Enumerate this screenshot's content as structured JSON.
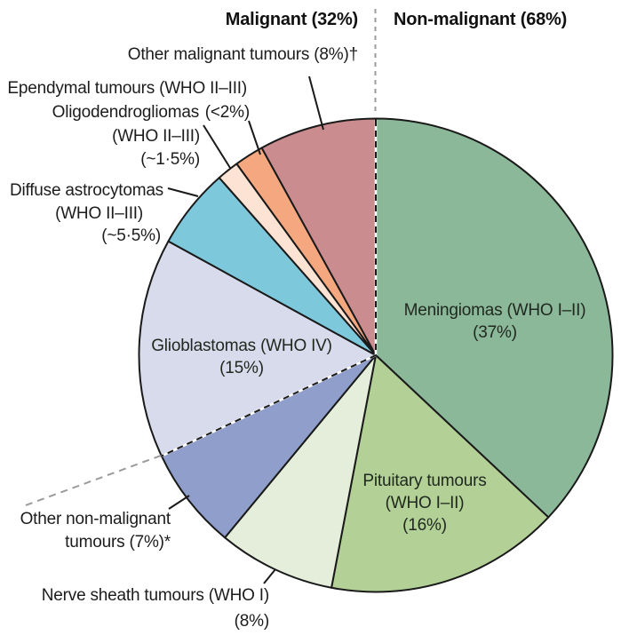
{
  "figure": {
    "description": "Pie chart of CNS tumour types split into malignant and non-malignant groups"
  },
  "style": {
    "outline_color": "#1a1a1a",
    "leader_color": "#1a1a1a",
    "dashed_black": "#1a1a1a",
    "dashed_gray": "#9b9b9b",
    "background": "#ffffff"
  },
  "labels": {
    "header_malignant": "Malignant (32%)",
    "header_non_malignant": "Non-malignant (68%)",
    "other_malignant": "Other malignant tumours (8%)†",
    "ependymal": "Ependymal tumours (WHO II–III)",
    "ependymal_pct": "(<2%)",
    "oligo_1": "Oligodendrogliomas",
    "oligo_2": "(WHO II–III)",
    "oligo_3": "(~1·5%)",
    "diffuse_1": "Diffuse astrocytomas",
    "diffuse_2": "(WHO II–III)",
    "diffuse_3": "(~5·5%)",
    "glioblastomas_1": "Glioblastomas (WHO IV)",
    "glioblastomas_2": "(15%)",
    "other_non_malignant_1": "Other non-malignant",
    "other_non_malignant_2": "tumours (7%)*",
    "nerve_1": "Nerve sheath tumours (WHO I)",
    "nerve_2": "(8%)",
    "meningiomas_1": "Meningiomas (WHO I–II)",
    "meningiomas_2": "(37%)",
    "pituitary_1": "Pituitary tumours",
    "pituitary_2": "(WHO I–II)",
    "pituitary_3": "(16%)"
  },
  "chart_data": {
    "type": "pie",
    "title": "",
    "units": "percent of all CNS tumours",
    "direction": "clockwise",
    "start_angle_deg_from_north": 0,
    "groups": [
      {
        "name": "Non-malignant",
        "total_percent": 68
      },
      {
        "name": "Malignant",
        "total_percent": 32
      }
    ],
    "slices": [
      {
        "id": "meningiomas",
        "label": "Meningiomas (WHO I–II)",
        "value": 37,
        "display_value": "37%",
        "group": "Non-malignant",
        "color": "#8cb89a"
      },
      {
        "id": "pituitary-tumours",
        "label": "Pituitary tumours (WHO I–II)",
        "value": 16,
        "display_value": "16%",
        "group": "Non-malignant",
        "color": "#b3d097"
      },
      {
        "id": "nerve-sheath-tumours",
        "label": "Nerve sheath tumours (WHO I)",
        "value": 8,
        "display_value": "8%",
        "group": "Non-malignant",
        "color": "#e4eedb"
      },
      {
        "id": "other-non-malignant",
        "label": "Other non-malignant tumours",
        "value": 7,
        "display_value": "7%",
        "footnote": "*",
        "group": "Non-malignant",
        "color": "#8f9ecb"
      },
      {
        "id": "glioblastomas",
        "label": "Glioblastomas (WHO IV)",
        "value": 15,
        "display_value": "15%",
        "group": "Malignant",
        "color": "#d7dbeb"
      },
      {
        "id": "diffuse-astrocytomas",
        "label": "Diffuse astrocytomas (WHO II–III)",
        "value": 5.5,
        "display_value": "~5·5%",
        "group": "Malignant",
        "color": "#7ec8db"
      },
      {
        "id": "oligodendrogliomas",
        "label": "Oligodendrogliomas (WHO II–III)",
        "value": 1.5,
        "display_value": "~1·5%",
        "group": "Malignant",
        "color": "#fce3d3"
      },
      {
        "id": "ependymal-tumours",
        "label": "Ependymal tumours (WHO II–III)",
        "value": 2,
        "display_value": "<2%",
        "group": "Malignant",
        "color": "#f5a87f"
      },
      {
        "id": "other-malignant",
        "label": "Other malignant tumours",
        "value": 8,
        "display_value": "8%",
        "footnote": "†",
        "group": "Malignant",
        "color": "#ca8c8e"
      }
    ]
  }
}
